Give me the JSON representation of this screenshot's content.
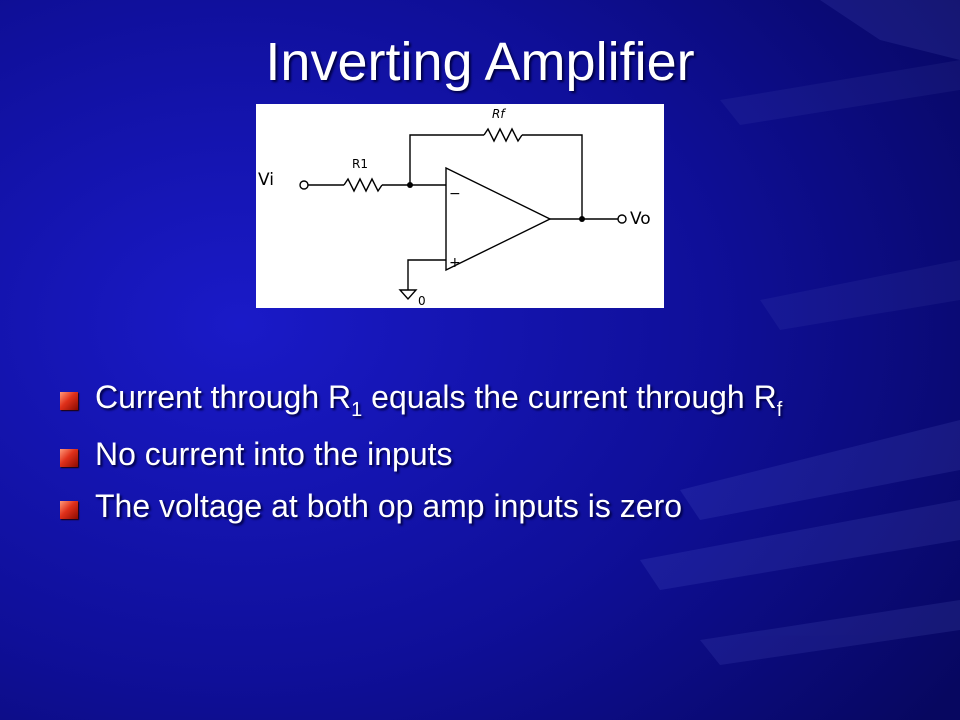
{
  "slide": {
    "title": "Inverting Amplifier"
  },
  "circuit": {
    "labels": {
      "vi": "Vi",
      "r1": "R1",
      "rf": "Rf",
      "vo": "Vo",
      "ground": "0",
      "minus": "−",
      "plus": "+"
    },
    "icons": [
      "resistor-icon",
      "opamp-triangle-icon",
      "ground-icon",
      "terminal-icon"
    ]
  },
  "bullets": [
    {
      "before": "Current through R",
      "sub1": "1",
      "middle": " equals the current through R",
      "sub2": "f"
    },
    {
      "text": "No current into the inputs"
    },
    {
      "text": "The voltage at both op amp inputs is zero"
    }
  ],
  "colors": {
    "background": "#0c0c78",
    "bullet": "#e0301a",
    "text": "#ffffff"
  }
}
